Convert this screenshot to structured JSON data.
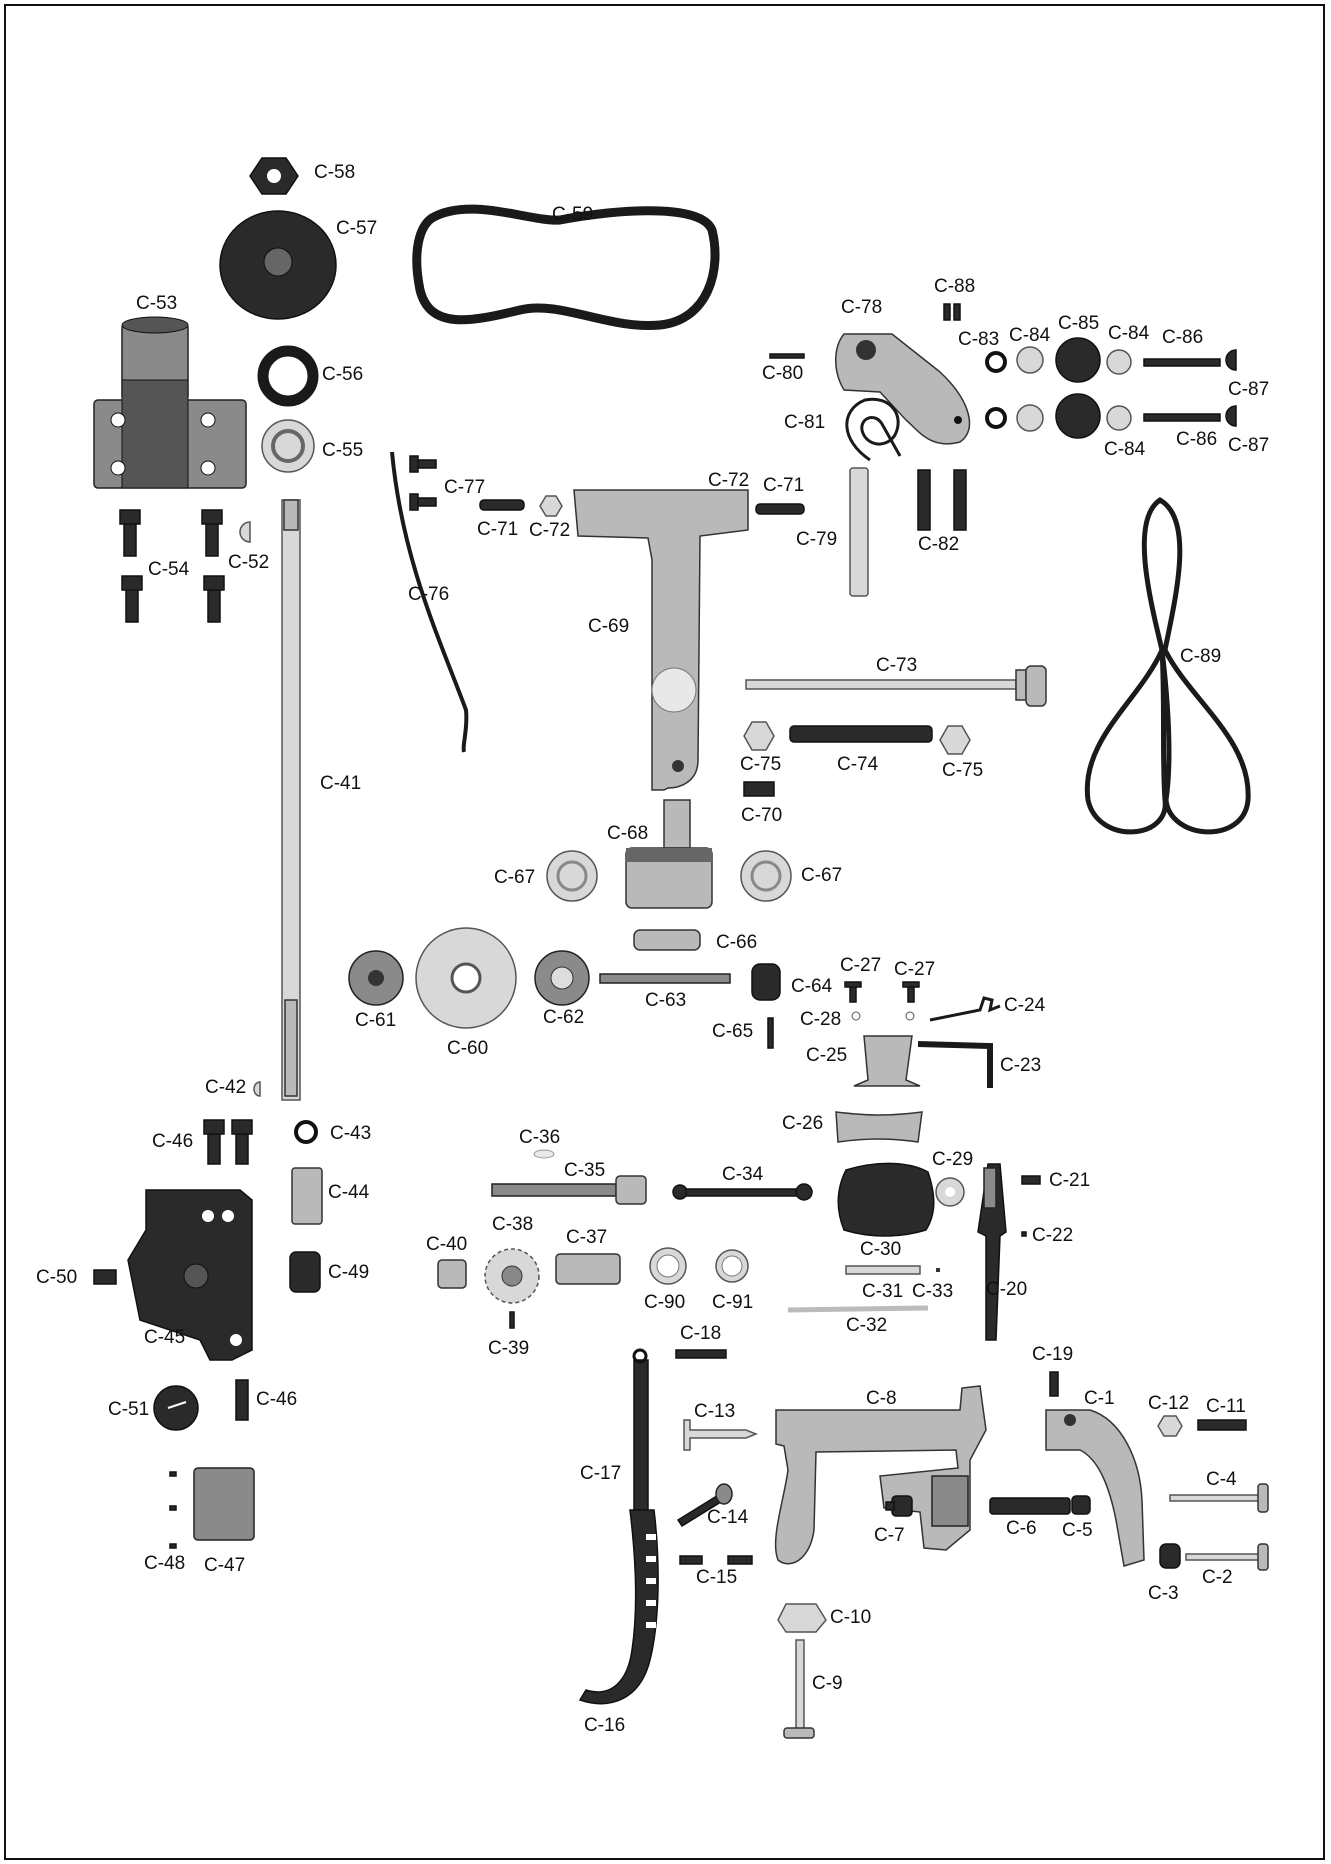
{
  "labels": {
    "c58": "C-58",
    "c57": "C-57",
    "c59": "C-59",
    "c53": "C-53",
    "c56": "C-56",
    "c55": "C-55",
    "c54": "C-54",
    "c52": "C-52",
    "c77": "C-77",
    "c71a": "C-71",
    "c72a": "C-72",
    "c72b": "C-72",
    "c71b": "C-71",
    "c76": "C-76",
    "c69": "C-69",
    "c79": "C-79",
    "c78": "C-78",
    "c88": "C-88",
    "c80": "C-80",
    "c83": "C-83",
    "c84a": "C-84",
    "c85": "C-85",
    "c84b": "C-84",
    "c86a": "C-86",
    "c87a": "C-87",
    "c81": "C-81",
    "c84c": "C-84",
    "c86b": "C-86",
    "c87b": "C-87",
    "c82": "C-82",
    "c89": "C-89",
    "c73": "C-73",
    "c75a": "C-75",
    "c74": "C-74",
    "c75b": "C-75",
    "c70": "C-70",
    "c41": "C-41",
    "c68": "C-68",
    "c67a": "C-67",
    "c67b": "C-67",
    "c66": "C-66",
    "c61": "C-61",
    "c60": "C-60",
    "c62": "C-62",
    "c63": "C-63",
    "c64": "C-64",
    "c65": "C-65",
    "c27a": "C-27",
    "c27b": "C-27",
    "c28": "C-28",
    "c24": "C-24",
    "c25": "C-25",
    "c23": "C-23",
    "c42": "C-42",
    "c46a": "C-46",
    "c43": "C-43",
    "c36": "C-36",
    "c35": "C-35",
    "c34": "C-34",
    "c26": "C-26",
    "c29": "C-29",
    "c21": "C-21",
    "c44": "C-44",
    "c22": "C-22",
    "c40": "C-40",
    "c38": "C-38",
    "c37": "C-37",
    "c30": "C-30",
    "c50": "C-50",
    "c49": "C-49",
    "c90": "C-90",
    "c91": "C-91",
    "c31": "C-31",
    "c33": "C-33",
    "c20": "C-20",
    "c45": "C-45",
    "c32": "C-32",
    "c39": "C-39",
    "c18": "C-18",
    "c19": "C-19",
    "c8": "C-8",
    "c1": "C-1",
    "c12": "C-12",
    "c11": "C-11",
    "c51": "C-51",
    "c46b": "C-46",
    "c13": "C-13",
    "c17": "C-17",
    "c4": "C-4",
    "c14": "C-14",
    "c7": "C-7",
    "c6": "C-6",
    "c5": "C-5",
    "c48": "C-48",
    "c47": "C-47",
    "c15": "C-15",
    "c3": "C-3",
    "c2": "C-2",
    "c10": "C-10",
    "c9": "C-9",
    "c16": "C-16"
  },
  "colors": {
    "dark": "#2a2a2a",
    "mid": "#8a8a8a",
    "light": "#d8d8d8",
    "line": "#1a1a1a"
  }
}
